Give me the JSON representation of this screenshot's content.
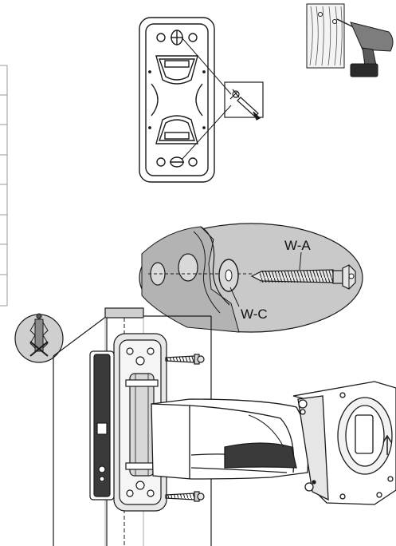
{
  "callouts": {
    "screw_label": "W-A",
    "washer_label": "W-C"
  },
  "colors": {
    "line": "#1a1a1a",
    "shade": "#9a9a9a",
    "dark": "#2b2b2b",
    "background": "#ffffff"
  },
  "icons": [
    "wall-plate-template",
    "drill-icon",
    "pencil-mark-icon",
    "anchor-prohibited-icon",
    "lag-screw-icon",
    "washer-icon",
    "tv-mount-arm"
  ]
}
